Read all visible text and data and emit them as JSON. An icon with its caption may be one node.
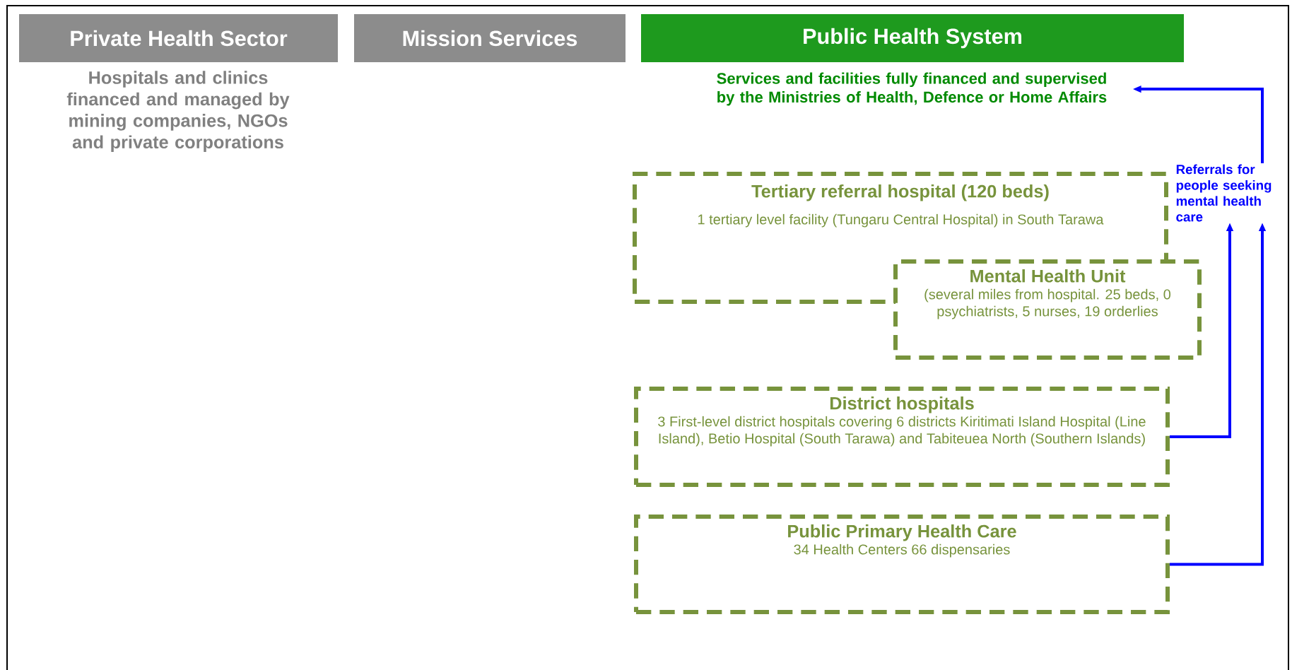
{
  "diagram": {
    "nodes": [
      {
        "text": [
          "Private Health Sector"
        ],
        "beside": [
          "Hospitals and clinics financed and managed by mining companies, NGOs and private corporations"
        ]
      },
      {
        "text": [
          "Mission Services"
        ]
      },
      {
        "text": [
          "Public Health System"
        ]
      },
      {
        "text": [
          "Services and facilities fully financed and supervised by the Ministries of Health, Defence or Home Affairs"
        ]
      },
      {
        "text": [
          "Tertiary referral hospital (120 beds)",
          "1 tertiary level facility (Tungaru Central Hospital) in South Tarawa"
        ]
      },
      {
        "text": [
          "Mental Health Unit",
          "(several miles from hospital. 25 beds, 0 psychiatrists, 5 nurses, 19 orderlies"
        ]
      },
      {
        "text": [
          "District hospitals",
          "3 First-level district hospitals covering 6 districts Kiritimati Island Hospital (Line Island), Betio Hospital (South Tarawa) and Tabiteuea North (Southern Islands)"
        ]
      },
      {
        "text": [
          "Public Primary Health Care",
          "34 Health Centers 66 dispensaries"
        ]
      },
      {
        "text": [
          "Referrals for people seeking mental health care"
        ]
      }
    ],
    "edges": [
      {
        "from": 6,
        "to": 8,
        "arrow": "to"
      },
      {
        "from": 7,
        "to": 8,
        "arrow": "to"
      },
      {
        "from": 8,
        "to": 3,
        "arrow": "to"
      }
    ]
  }
}
